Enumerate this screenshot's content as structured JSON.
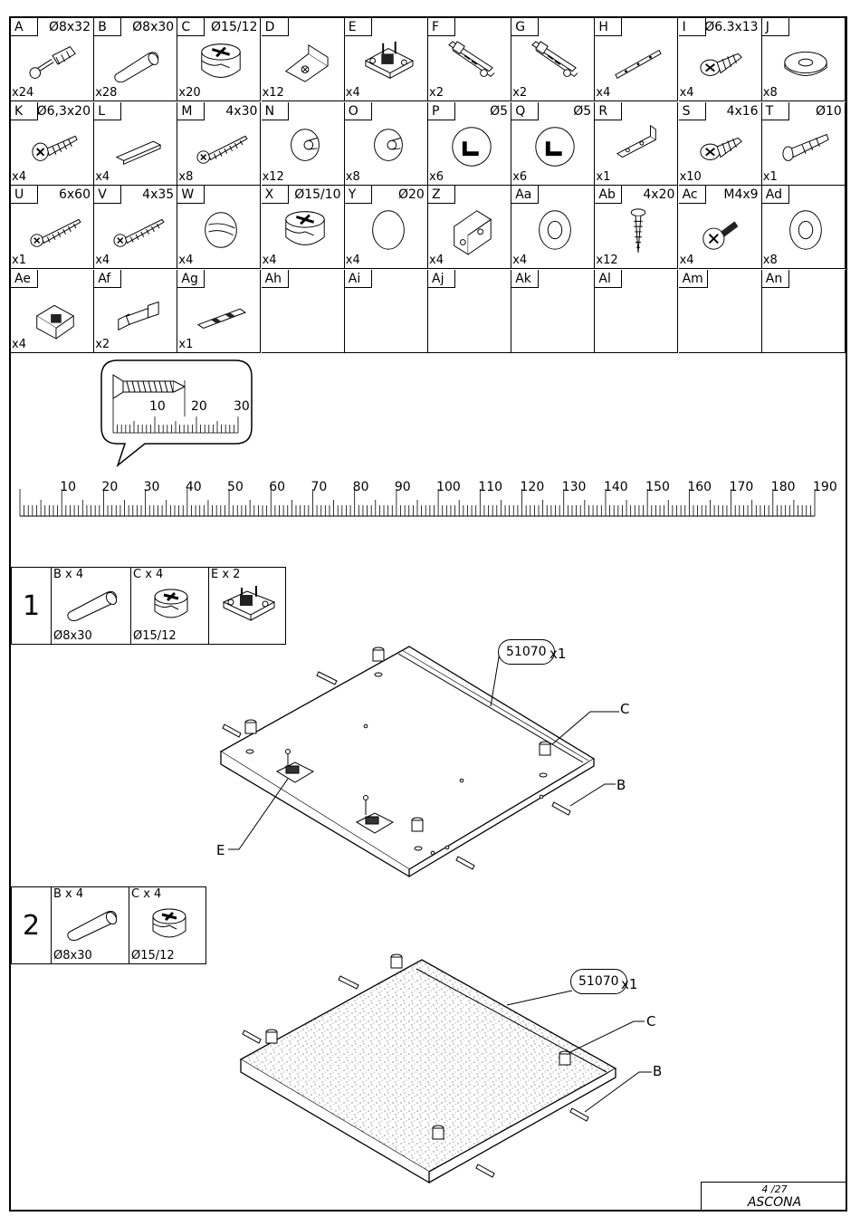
{
  "parts": [
    {
      "id": "A",
      "dim": "Ø8x32",
      "qty": "x24",
      "icon": "cam-bolt-icon"
    },
    {
      "id": "B",
      "dim": "Ø8x30",
      "qty": "x28",
      "icon": "wooden-dowel-icon"
    },
    {
      "id": "C",
      "dim": "Ø15/12",
      "qty": "x20",
      "icon": "cam-lock-icon"
    },
    {
      "id": "D",
      "dim": "",
      "qty": "x12",
      "icon": "corner-block-icon"
    },
    {
      "id": "E",
      "dim": "",
      "qty": "x4",
      "icon": "hinge-plate-icon"
    },
    {
      "id": "F",
      "dim": "",
      "qty": "x2",
      "icon": "drawer-runner-icon"
    },
    {
      "id": "G",
      "dim": "",
      "qty": "x2",
      "icon": "drawer-runner-icon"
    },
    {
      "id": "H",
      "dim": "",
      "qty": "x4",
      "icon": "rail-strip-icon"
    },
    {
      "id": "I",
      "dim": "Ø6.3x13",
      "qty": "x4",
      "icon": "short-screw-icon"
    },
    {
      "id": "J",
      "dim": "",
      "qty": "x8",
      "icon": "washer-pad-icon"
    },
    {
      "id": "K",
      "dim": "Ø6,3x20",
      "qty": "x4",
      "icon": "screw-icon"
    },
    {
      "id": "L",
      "dim": "",
      "qty": "x4",
      "icon": "flat-bar-icon"
    },
    {
      "id": "M",
      "dim": "4x30",
      "qty": "x8",
      "icon": "long-screw-icon"
    },
    {
      "id": "N",
      "dim": "",
      "qty": "x12",
      "icon": "round-cap-icon"
    },
    {
      "id": "O",
      "dim": "",
      "qty": "x8",
      "icon": "round-cap-icon"
    },
    {
      "id": "P",
      "dim": "Ø5",
      "qty": "x6",
      "icon": "cover-cap-icon"
    },
    {
      "id": "Q",
      "dim": "Ø5",
      "qty": "x6",
      "icon": "cover-cap-icon"
    },
    {
      "id": "R",
      "dim": "",
      "qty": "x1",
      "icon": "angle-bracket-icon"
    },
    {
      "id": "S",
      "dim": "4x16",
      "qty": "x10",
      "icon": "short-screw-icon"
    },
    {
      "id": "T",
      "dim": "Ø10",
      "qty": "x1",
      "icon": "anchor-plug-icon"
    },
    {
      "id": "U",
      "dim": "6x60",
      "qty": "x1",
      "icon": "long-screw-icon"
    },
    {
      "id": "V",
      "dim": "4x35",
      "qty": "x4",
      "icon": "long-screw-icon"
    },
    {
      "id": "W",
      "dim": "",
      "qty": "x4",
      "icon": "cam-cap-icon"
    },
    {
      "id": "X",
      "dim": "Ø15/10",
      "qty": "x4",
      "icon": "cam-lock-icon"
    },
    {
      "id": "Y",
      "dim": "Ø20",
      "qty": "x4",
      "icon": "disc-cap-icon"
    },
    {
      "id": "Z",
      "dim": "",
      "qty": "x4",
      "icon": "corner-bracket-icon"
    },
    {
      "id": "Aa",
      "dim": "",
      "qty": "x4",
      "icon": "washer-icon"
    },
    {
      "id": "Ab",
      "dim": "4x20",
      "qty": "x12",
      "icon": "pan-screw-icon"
    },
    {
      "id": "Ac",
      "dim": "M4x9",
      "qty": "x4",
      "icon": "machine-screw-icon"
    },
    {
      "id": "Ad",
      "dim": "",
      "qty": "x8",
      "icon": "washer-icon"
    },
    {
      "id": "Ae",
      "dim": "",
      "qty": "x4",
      "icon": "clip-icon"
    },
    {
      "id": "Af",
      "dim": "",
      "qty": "x2",
      "icon": "bolt-nut-icon"
    },
    {
      "id": "Ag",
      "dim": "",
      "qty": "x1",
      "icon": "shim-strip-icon"
    },
    {
      "id": "Ah",
      "dim": "",
      "qty": "",
      "icon": ""
    },
    {
      "id": "Ai",
      "dim": "",
      "qty": "",
      "icon": ""
    },
    {
      "id": "Aj",
      "dim": "",
      "qty": "",
      "icon": ""
    },
    {
      "id": "Ak",
      "dim": "",
      "qty": "",
      "icon": ""
    },
    {
      "id": "Al",
      "dim": "",
      "qty": "",
      "icon": ""
    },
    {
      "id": "Am",
      "dim": "",
      "qty": "",
      "icon": ""
    },
    {
      "id": "An",
      "dim": "",
      "qty": "",
      "icon": ""
    }
  ],
  "small_ruler": {
    "labels": [
      "10",
      "20",
      "30"
    ]
  },
  "ruler": {
    "labels": [
      "10",
      "20",
      "30",
      "40",
      "50",
      "60",
      "70",
      "80",
      "90",
      "100",
      "110",
      "120",
      "130",
      "140",
      "150",
      "160",
      "170",
      "180",
      "190"
    ]
  },
  "steps": [
    {
      "number": "1",
      "parts": [
        {
          "label": "B x 4",
          "dim": "Ø8x30",
          "icon": "wooden-dowel-icon"
        },
        {
          "label": "C x 4",
          "dim": "Ø15/12",
          "icon": "cam-lock-icon"
        },
        {
          "label": "E x 2",
          "dim": "",
          "icon": "hinge-plate-icon"
        }
      ],
      "panel": {
        "code": "51070",
        "qty": "x1"
      },
      "callouts": {
        "c": "C",
        "b": "B",
        "e": "E"
      }
    },
    {
      "number": "2",
      "parts": [
        {
          "label": "B x 4",
          "dim": "Ø8x30",
          "icon": "wooden-dowel-icon"
        },
        {
          "label": "C x 4",
          "dim": "Ø15/12",
          "icon": "cam-lock-icon"
        }
      ],
      "panel": {
        "code": "51070",
        "qty": "x1"
      },
      "callouts": {
        "c": "C",
        "b": "B"
      }
    }
  ],
  "footer": {
    "page": "4 /27",
    "model": "ASCONA"
  }
}
